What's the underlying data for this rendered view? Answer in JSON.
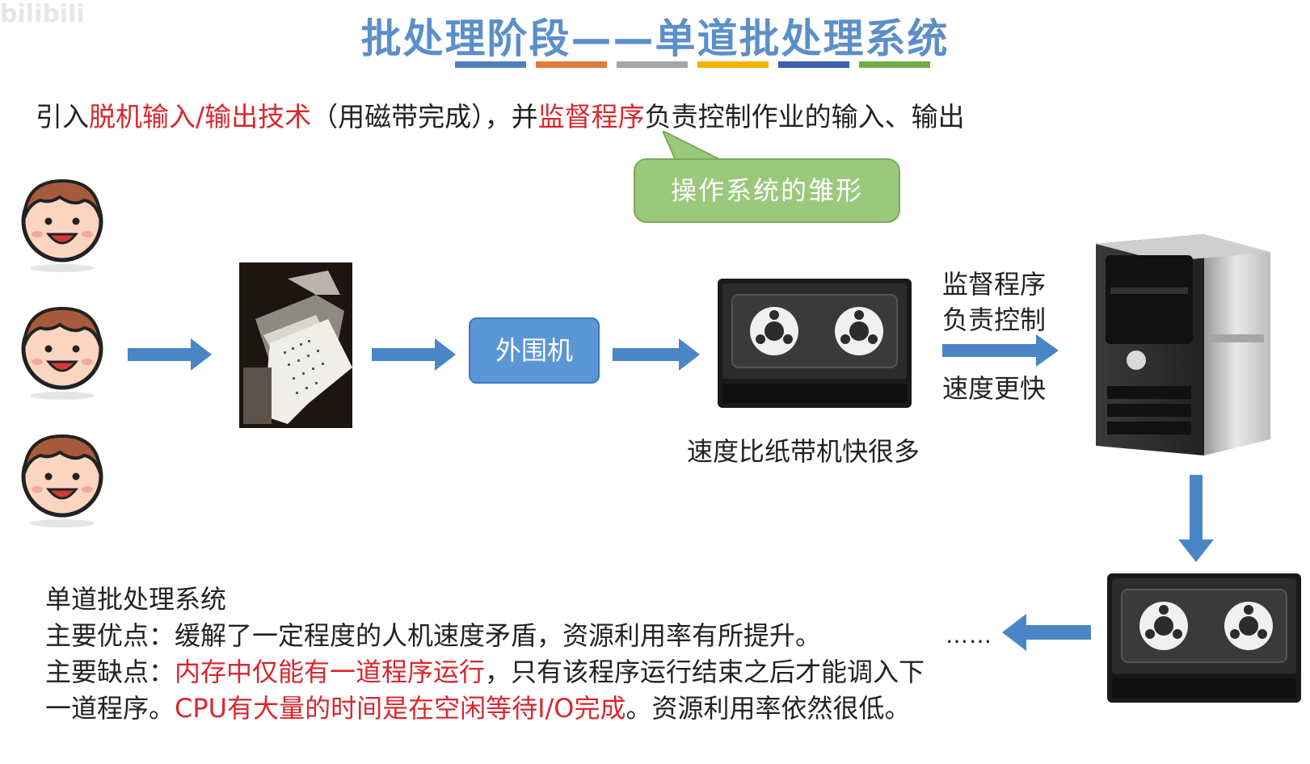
{
  "watermark": "bilibili",
  "title": "批处理阶段——单道批处理系统",
  "title_bar_colors": [
    "#4f81bd",
    "#e07b39",
    "#a6a6a6",
    "#f2b400",
    "#3a5dae",
    "#70ad47"
  ],
  "intro": {
    "t1": "引入",
    "t2": "脱机输入/输出技术",
    "t3": "（用磁带完成），并",
    "t4": "监督程序",
    "t5": "负责控制作业的输入、输出"
  },
  "callout": "操作系统的雏形",
  "peripheral": "外围机",
  "supervisor": {
    "line1": "监督程序",
    "line2": "负责控制",
    "line3": "速度更快"
  },
  "tape_speed_label": "速度比纸带机快很多",
  "ellipsis": "……",
  "summary": {
    "heading": "单道批处理系统",
    "pros_label": "主要优点：",
    "pros_text": "缓解了一定程度的人机速度矛盾，资源利用率有所提升。",
    "cons_label": "主要缺点：",
    "cons_red1": "内存中仅能有一道程序运行",
    "cons_text1": "，只有该程序运行结束之后才能调入下一道程序。",
    "cons_red2": "CPU有大量的时间是在空闲等待I/O完成",
    "cons_text2": "。资源利用率依然很低。"
  },
  "colors": {
    "title": "#5b8fc9",
    "accent_red": "#d9272e",
    "arrow": "#4a86c5",
    "callout": "#9bc97c",
    "peripheral": "#5b96d6"
  },
  "icons": [
    "user-face-icon",
    "arrow-right-icon",
    "punch-card-machine-image",
    "tape-drive-icon",
    "computer-tower-icon",
    "arrow-down-icon",
    "arrow-left-icon"
  ]
}
